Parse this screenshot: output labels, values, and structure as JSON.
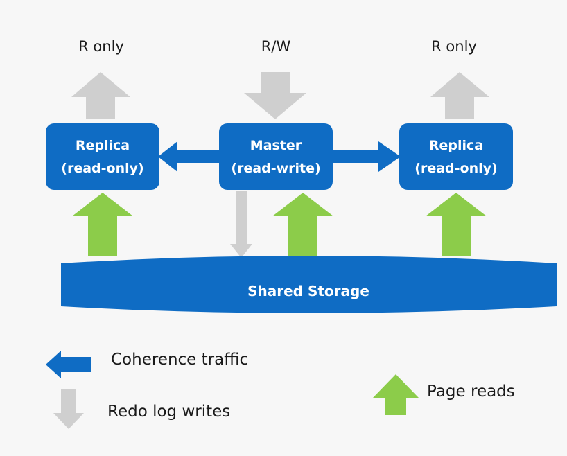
{
  "colors": {
    "node_blue": "#0f6cc4",
    "arrow_gray": "#cfcfcf",
    "arrow_green": "#8ccc4a",
    "background": "#f7f7f7"
  },
  "top_labels": {
    "left": "R only",
    "center": "R/W",
    "right": "R only"
  },
  "nodes": {
    "left_replica": {
      "title": "Replica",
      "subtitle": "(read-only)"
    },
    "master": {
      "title": "Master",
      "subtitle": "(read-write)"
    },
    "right_replica": {
      "title": "Replica",
      "subtitle": "(read-only)"
    }
  },
  "storage": {
    "label": "Shared Storage"
  },
  "legend": {
    "coherence": "Coherence traffic",
    "redo": "Redo log writes",
    "page_reads": "Page reads"
  }
}
